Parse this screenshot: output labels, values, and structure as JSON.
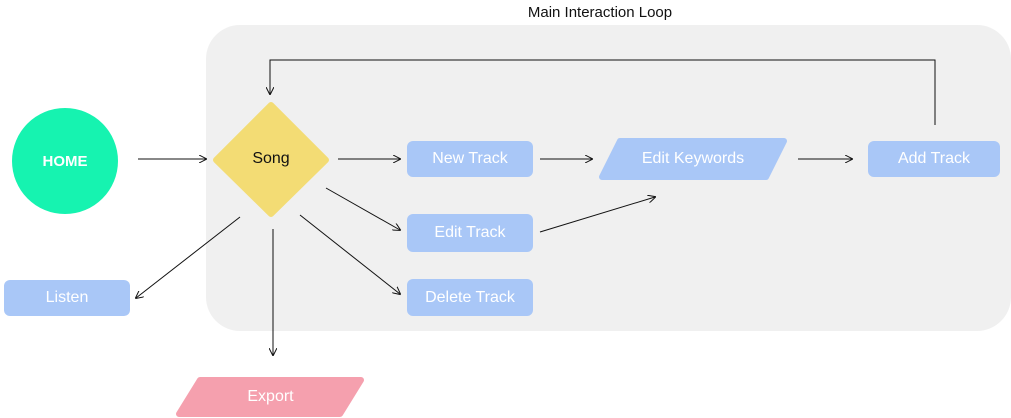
{
  "loop": {
    "title": "Main Interaction Loop"
  },
  "nodes": {
    "home": "HOME",
    "song": "Song",
    "new_track": "New Track",
    "edit_track": "Edit Track",
    "delete_track": "Delete Track",
    "edit_keywords": "Edit Keywords",
    "add_track": "Add Track",
    "listen": "Listen",
    "export": "Export"
  },
  "colors": {
    "loop_background": "#f0f0f0",
    "home_fill": "#16f3b0",
    "song_fill": "#f3dc74",
    "action_fill": "#a9c7f7",
    "export_fill": "#f5a0ae",
    "connector": "#111111"
  }
}
